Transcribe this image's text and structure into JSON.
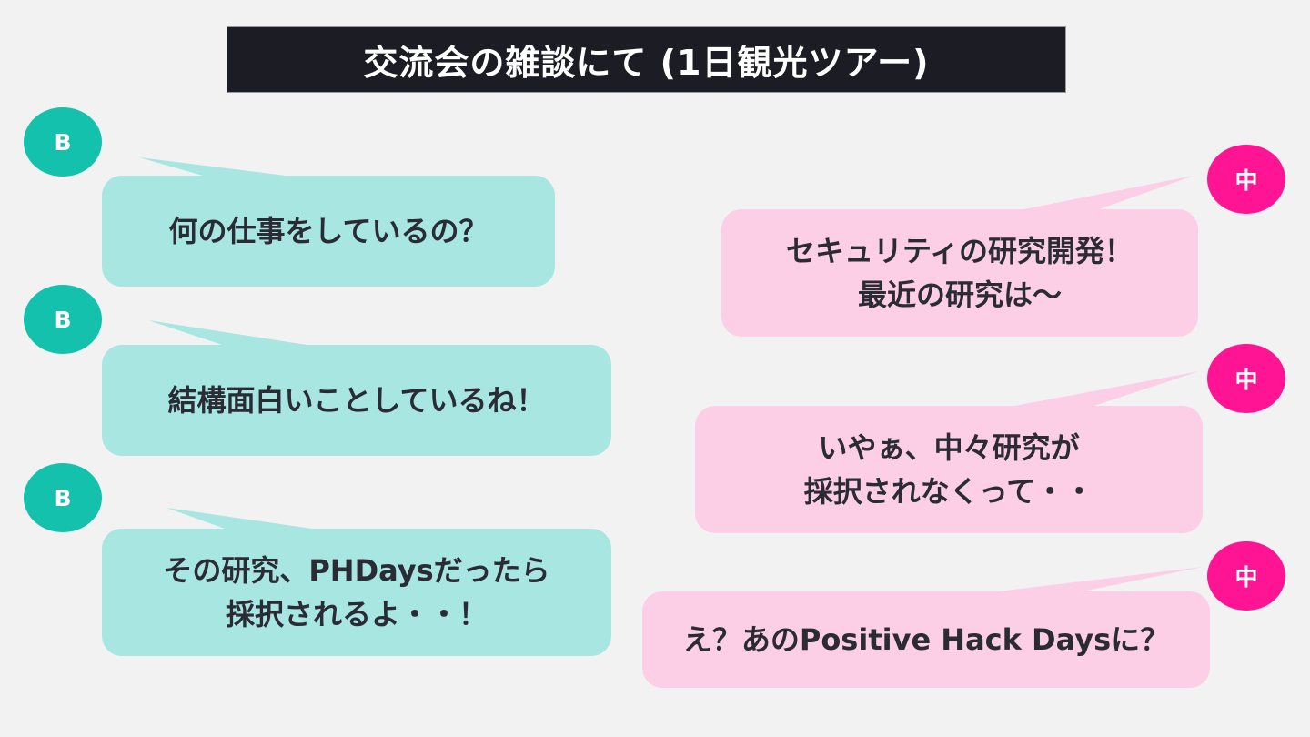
{
  "title": "交流会の雑談にて (1日観光ツアー)",
  "colors": {
    "title_bg": "#1c1c24",
    "speaker_b": "#14c1ac",
    "bubble_b": "#a8e6e2",
    "speaker_naka": "#ff1493",
    "bubble_naka": "#fdcfe7",
    "text": "#2b2b36"
  },
  "conversation": [
    {
      "speaker": "B",
      "line1": "何の仕事をしているの？",
      "line2": ""
    },
    {
      "speaker": "中",
      "line1": "セキュリティの研究開発！",
      "line2": "最近の研究は〜"
    },
    {
      "speaker": "B",
      "line1": "結構面白いことしているね！",
      "line2": ""
    },
    {
      "speaker": "中",
      "line1": "いやぁ、中々研究が",
      "line2": "採択されなくって・・"
    },
    {
      "speaker": "B",
      "line1": "その研究、PHDaysだったら",
      "line2": "採択されるよ・・！"
    },
    {
      "speaker": "中",
      "line1": "え？あのPositive Hack Daysに？",
      "line2": ""
    }
  ]
}
